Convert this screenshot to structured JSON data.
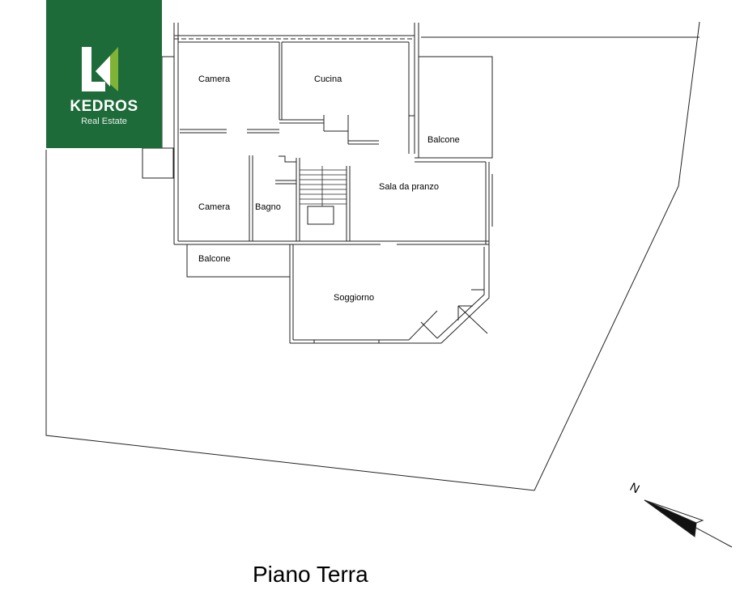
{
  "brand": {
    "name": "KEDROS",
    "tagline": "Real Estate",
    "background_color": "#1e6b3a",
    "icon": "kedros-k-logo"
  },
  "rooms": {
    "camera_top": "Camera",
    "cucina": "Cucina",
    "balcone_right": "Balcone",
    "sala_da_pranzo": "Sala da pranzo",
    "camera_bottom": "Camera",
    "bagno": "Bagno",
    "balcone_left": "Balcone",
    "soggiorno": "Soggiorno"
  },
  "compass": {
    "label": "N",
    "icon": "north-arrow-icon"
  },
  "caption": "Piano Terra"
}
